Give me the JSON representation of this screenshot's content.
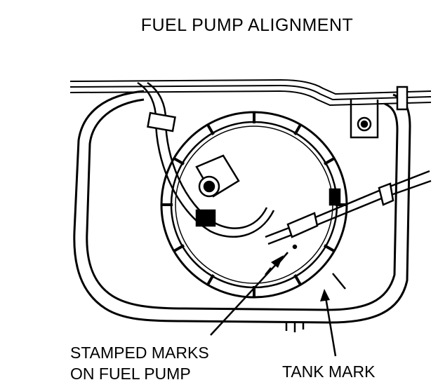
{
  "title": "FUEL PUMP ALIGNMENT",
  "labels": {
    "stamped_marks_line1": "STAMPED MARKS",
    "stamped_marks_line2": "ON FUEL PUMP",
    "tank_mark": "TANK MARK"
  },
  "colors": {
    "ink": "#000000",
    "paper": "#ffffff"
  }
}
